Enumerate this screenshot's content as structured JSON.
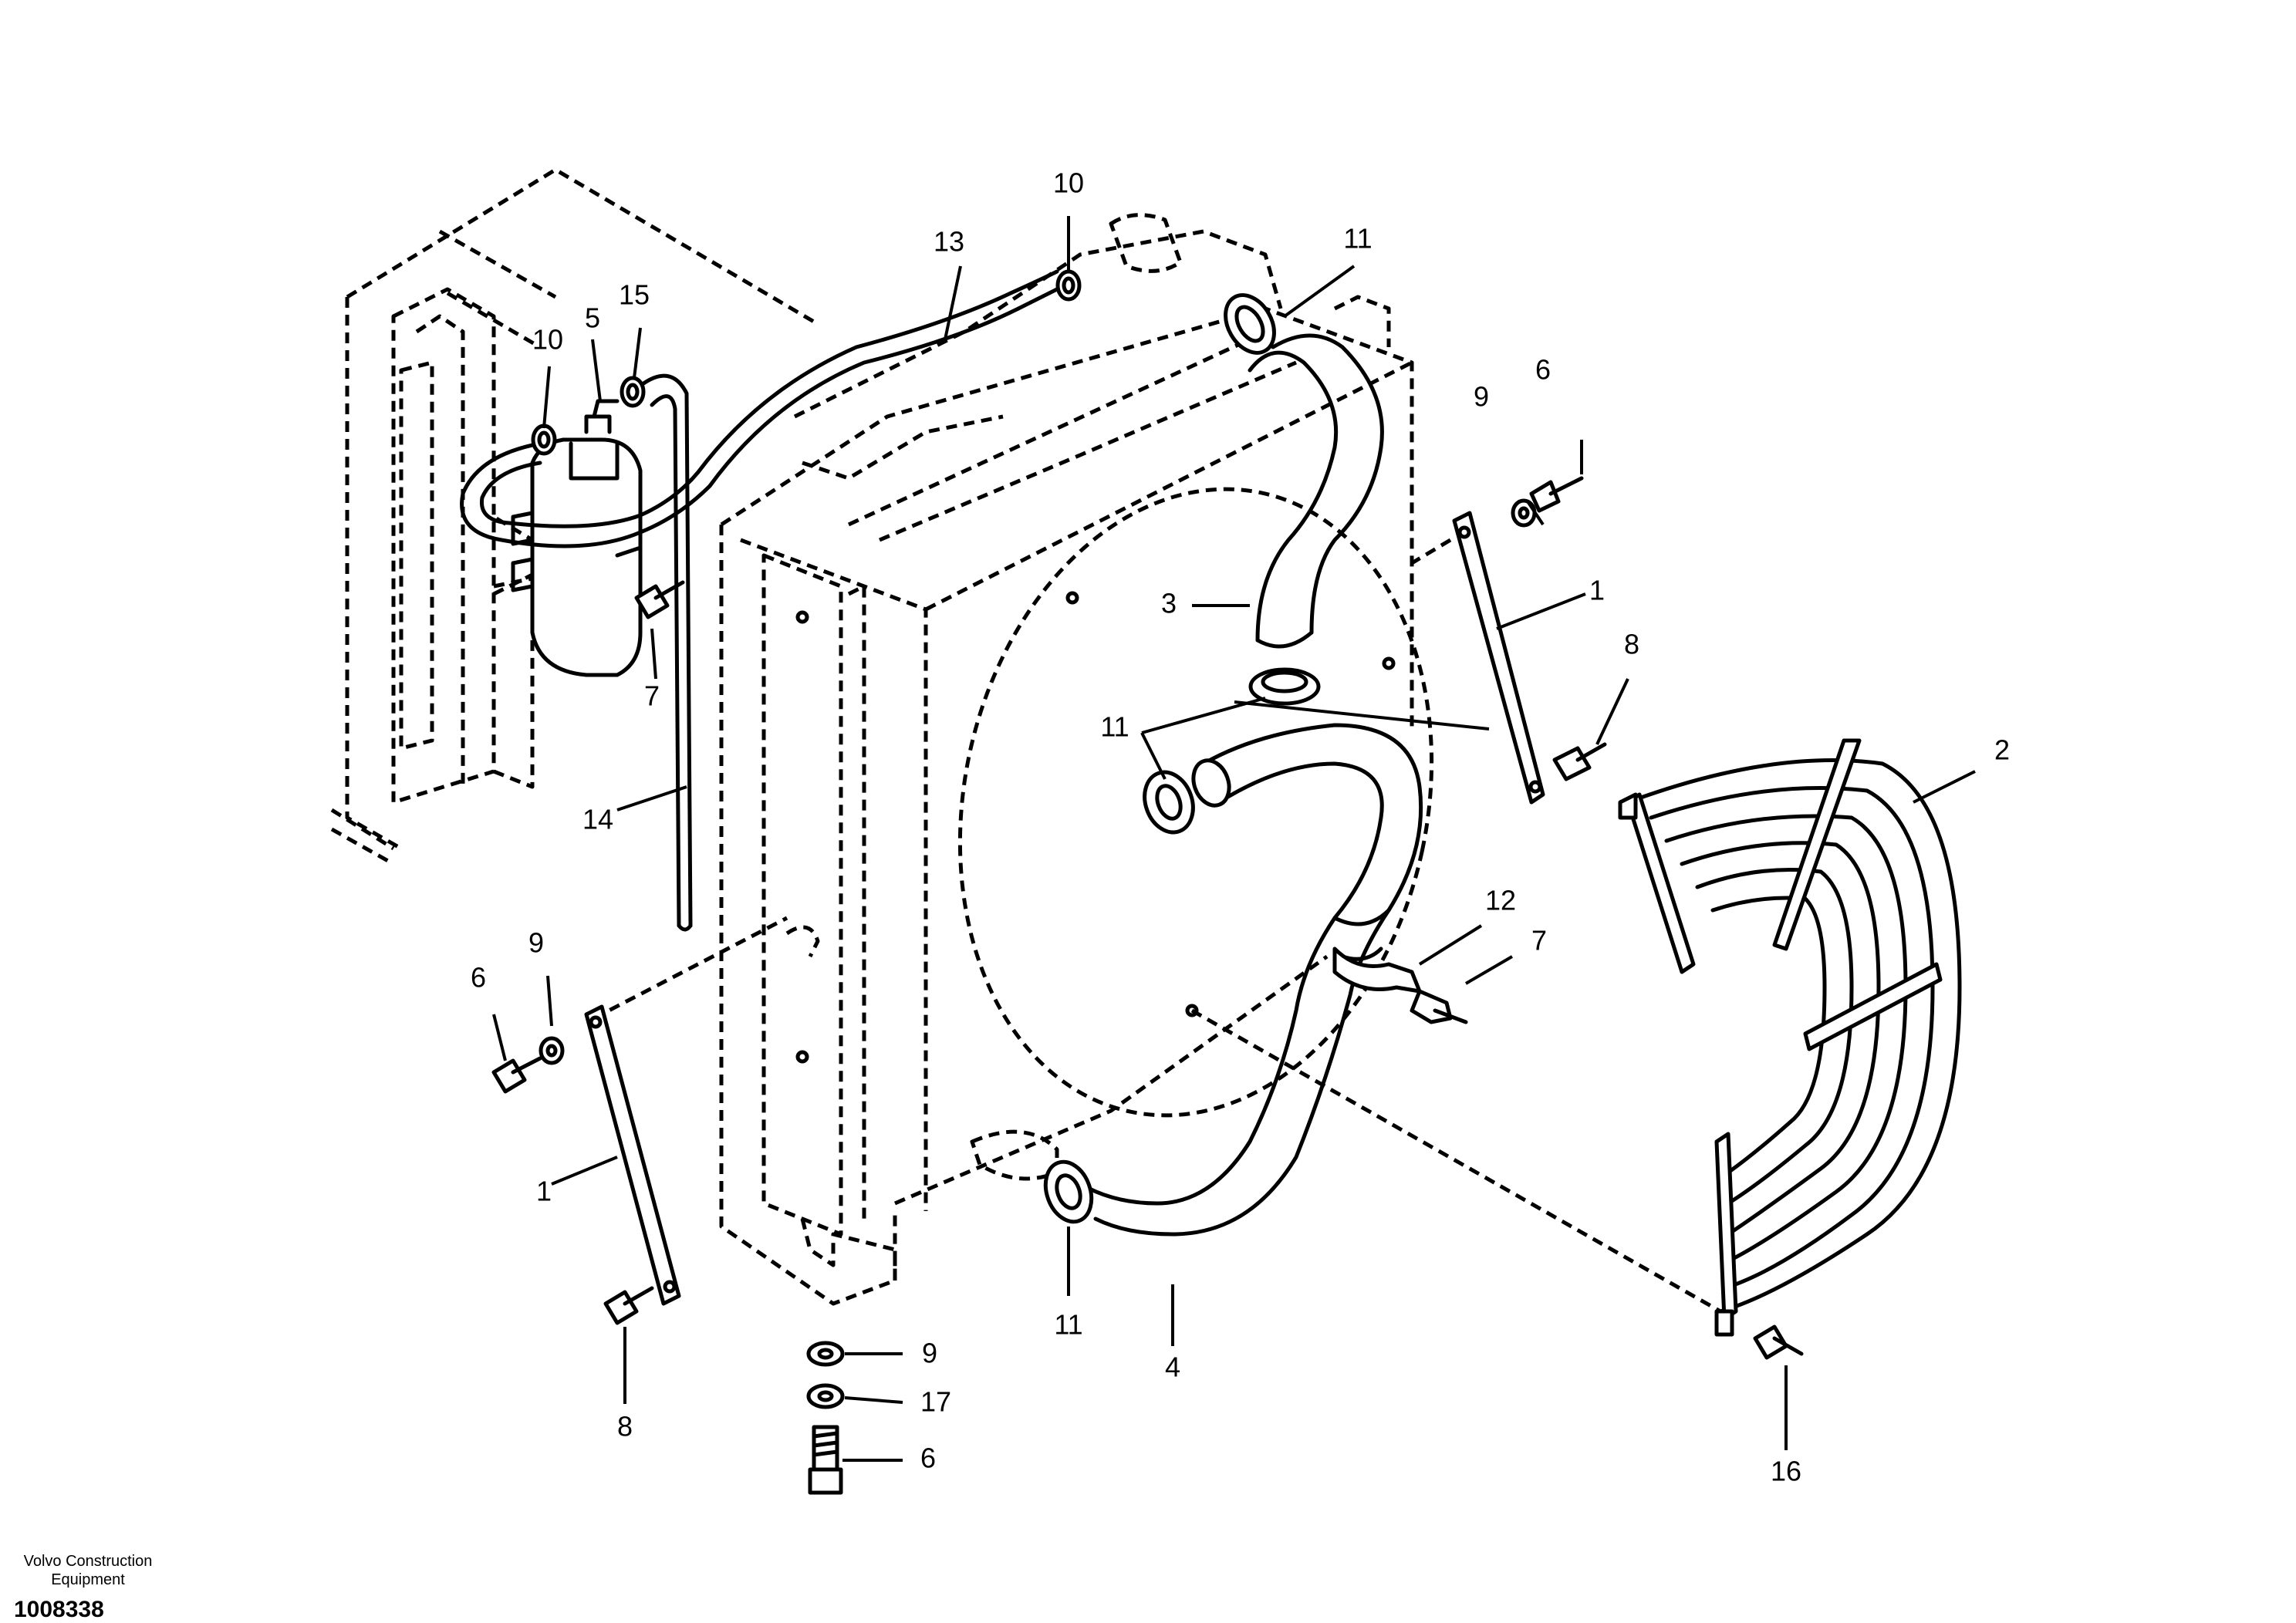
{
  "diagram": {
    "callouts": {
      "c1a": "1",
      "c1b": "1",
      "c2": "2",
      "c3": "3",
      "c4": "4",
      "c5": "5",
      "c6a": "6",
      "c6b": "6",
      "c6c": "6",
      "c7a": "7",
      "c7b": "7",
      "c8a": "8",
      "c8b": "8",
      "c9a": "9",
      "c9b": "9",
      "c9c": "9",
      "c10a": "10",
      "c10b": "10",
      "c11a": "11",
      "c11b": "11",
      "c11c": "11",
      "c12": "12",
      "c13": "13",
      "c14": "14",
      "c15": "15",
      "c16": "16",
      "c17": "17"
    }
  },
  "footer": {
    "company": "Volvo Construction Equipment",
    "figure_number": "1008338"
  }
}
